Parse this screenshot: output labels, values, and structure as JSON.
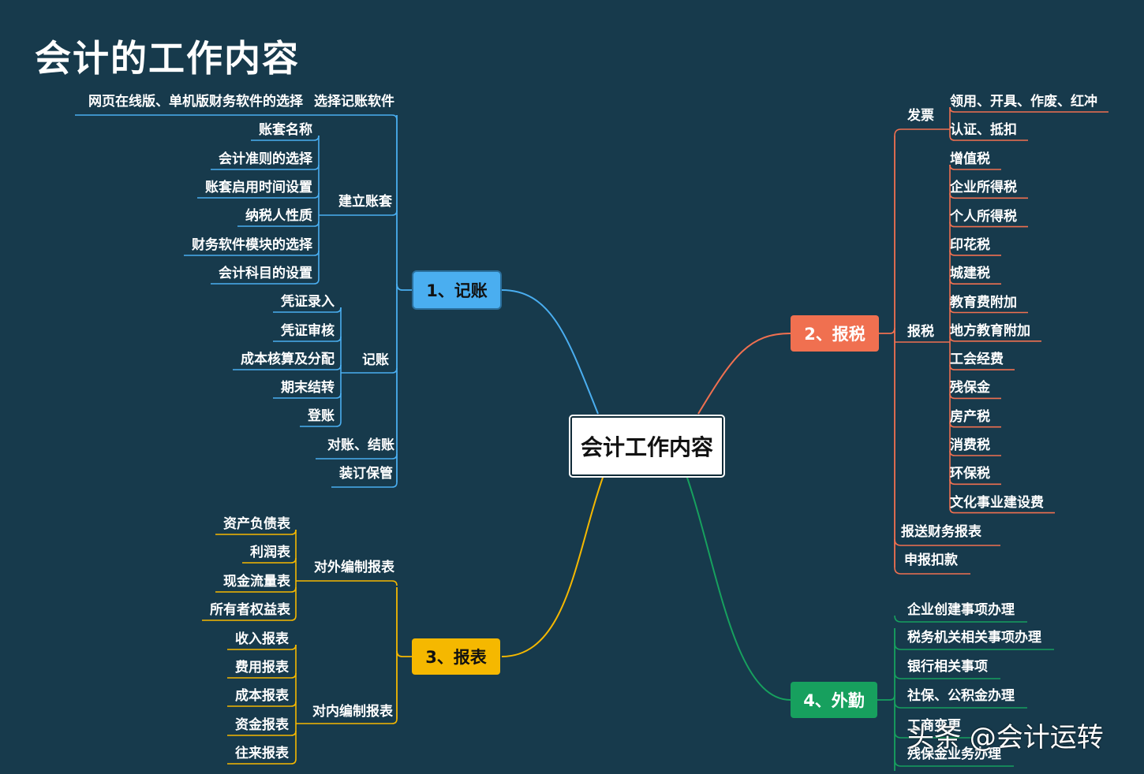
{
  "title": "会计的工作内容",
  "root": "会计工作内容",
  "colors": {
    "background": "#173a4c",
    "jizhang": "#4aaef0",
    "baoshui": "#f07050",
    "baobiao": "#f5b800",
    "waiqin": "#17a05e"
  },
  "branches": {
    "jizhang": {
      "label": "1、记账",
      "software_title": "选择记账软件",
      "software_item": "网页在线版、单机版财务软件的选择",
      "setup_title": "建立账套",
      "setup_items": [
        "账套名称",
        "会计准则的选择",
        "账套启用时间设置",
        "纳税人性质",
        "财务软件模块的选择",
        "会计科目的设置"
      ],
      "record_title": "记账",
      "record_items": [
        "凭证录入",
        "凭证审核",
        "成本核算及分配",
        "期末结转",
        "登账"
      ],
      "reconcile": "对账、结账",
      "binding": "装订保管"
    },
    "baoshui": {
      "label": "2、报税",
      "invoice_title": "发票",
      "invoice_items": [
        "领用、开具、作废、红冲",
        "认证、抵扣"
      ],
      "tax_title": "报税",
      "tax_items": [
        "增值税",
        "企业所得税",
        "个人所得税",
        "印花税",
        "城建税",
        "教育费附加",
        "地方教育附加",
        "工会经费",
        "残保金",
        "房产税",
        "消费税",
        "环保税",
        "文化事业建设费"
      ],
      "extra_items": [
        "报送财务报表",
        "申报扣款"
      ]
    },
    "baobiao": {
      "label": "3、报表",
      "external_title": "对外编制报表",
      "external_items": [
        "资产负债表",
        "利润表",
        "现金流量表",
        "所有者权益表"
      ],
      "internal_title": "对内编制报表",
      "internal_items": [
        "收入报表",
        "费用报表",
        "成本报表",
        "资金报表",
        "往来报表"
      ]
    },
    "waiqin": {
      "label": "4、外勤",
      "items": [
        "企业创建事项办理",
        "税务机关相关事项办理",
        "银行相关事项",
        "社保、公积金办理",
        "工商变更",
        "残保金业务办理"
      ]
    }
  },
  "watermark": "头条 @会计运转"
}
